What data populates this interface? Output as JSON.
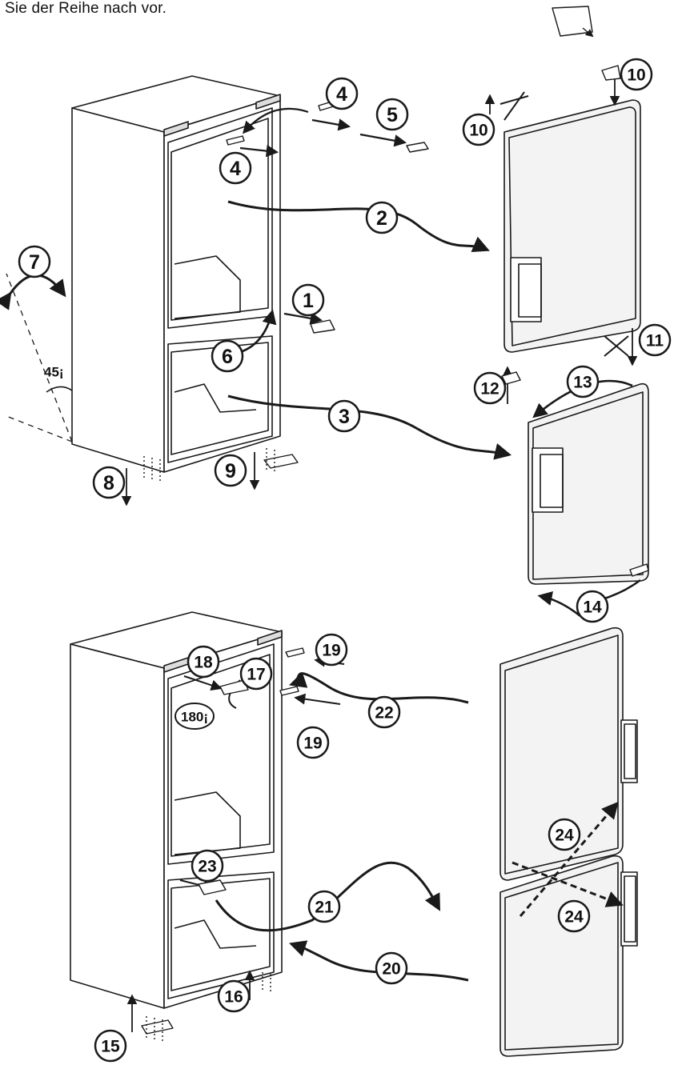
{
  "header": {
    "text": "Sie der Reihe nach vor."
  },
  "angles": {
    "tilt": "45¡",
    "rotate": "180¡"
  },
  "steps": [
    "1",
    "2",
    "3",
    "4",
    "5",
    "6",
    "7",
    "8",
    "9",
    "10",
    "11",
    "12",
    "13",
    "14",
    "15",
    "16",
    "17",
    "18",
    "19",
    "20",
    "21",
    "22",
    "23",
    "24"
  ],
  "colors": {
    "line": "#1a1a1a",
    "fill": "#ffffff",
    "shade": "#eeeeee"
  }
}
